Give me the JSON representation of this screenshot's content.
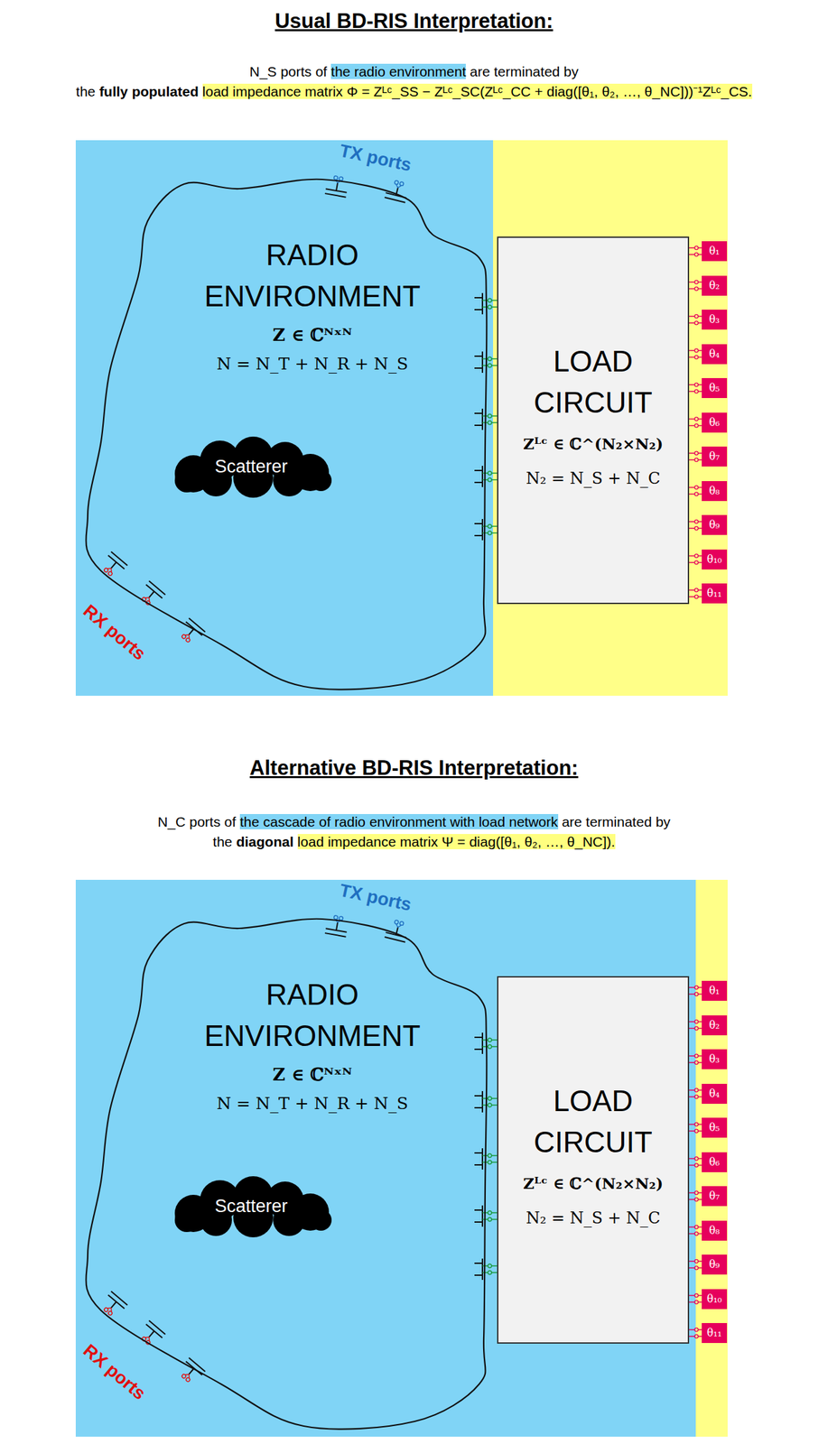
{
  "diagram": {
    "title": "Usual BD-RIS Interpretation:",
    "nodes": [
      {
        "text": [
          "RADIO ENVIRONMENT",
          "Z ∈ ℂᴺˣᴺ",
          "N = N_T + N_R + N_S"
        ]
      },
      {
        "text": [
          "Scatterer"
        ],
        "in": 0
      },
      {
        "text": [
          "LOAD CIRCUIT",
          "Zᴸᶜ ∈ ℂ^(N₂×N₂)",
          "N₂ = N_S + N_C"
        ]
      },
      {
        "text": [
          "θ₁"
        ]
      },
      {
        "text": [
          "θ₂"
        ]
      },
      {
        "text": [
          "θ₃"
        ]
      },
      {
        "text": [
          "θ₄"
        ]
      },
      {
        "text": [
          "θ₅"
        ]
      },
      {
        "text": [
          "θ₆"
        ]
      },
      {
        "text": [
          "θ₇"
        ]
      },
      {
        "text": [
          "θ₈"
        ]
      },
      {
        "text": [
          "θ₉"
        ]
      },
      {
        "text": [
          "θ₁₀"
        ]
      },
      {
        "text": [
          "θ₁₁"
        ]
      },
      {
        "text": [
          "RADIO ENVIRONMENT",
          "Z ∈ ℂᴺˣᴺ",
          "N = N_T + N_R + N_S"
        ]
      },
      {
        "text": [
          "Scatterer"
        ],
        "in": 14
      },
      {
        "text": [
          "LOAD CIRCUIT",
          "Zᴸᶜ ∈ ℂ^(N₂×N₂)",
          "N₂ = N_S + N_C"
        ]
      },
      {
        "text": [
          "θ₁"
        ]
      },
      {
        "text": [
          "θ₂"
        ]
      },
      {
        "text": [
          "θ₃"
        ]
      },
      {
        "text": [
          "θ₄"
        ]
      },
      {
        "text": [
          "θ₅"
        ]
      },
      {
        "text": [
          "θ₆"
        ]
      },
      {
        "text": [
          "θ₇"
        ]
      },
      {
        "text": [
          "θ₈"
        ]
      },
      {
        "text": [
          "θ₉"
        ]
      },
      {
        "text": [
          "θ₁₀"
        ]
      },
      {
        "text": [
          "θ₁₁"
        ]
      }
    ],
    "labels": [
      "N_S ports of",
      "the radio environment",
      "are terminated by",
      "the",
      "fully populated",
      "load impedance matrix Φ = Zᴸᶜ_SS − Zᴸᶜ_SC(Zᴸᶜ_CC + diag([θ₁, θ₂, …, θ_NC]))⁻¹Zᴸᶜ_CS.",
      "TX ports",
      "RX ports",
      "Alternative BD-RIS Interpretation:",
      "N_C ports of",
      "the cascade of radio environment with load network",
      "are terminated by",
      "the",
      "diagonal",
      "load impedance matrix Ψ = diag([θ₁, θ₂, …, θ_NC]).",
      "TX ports",
      "RX ports"
    ]
  }
}
